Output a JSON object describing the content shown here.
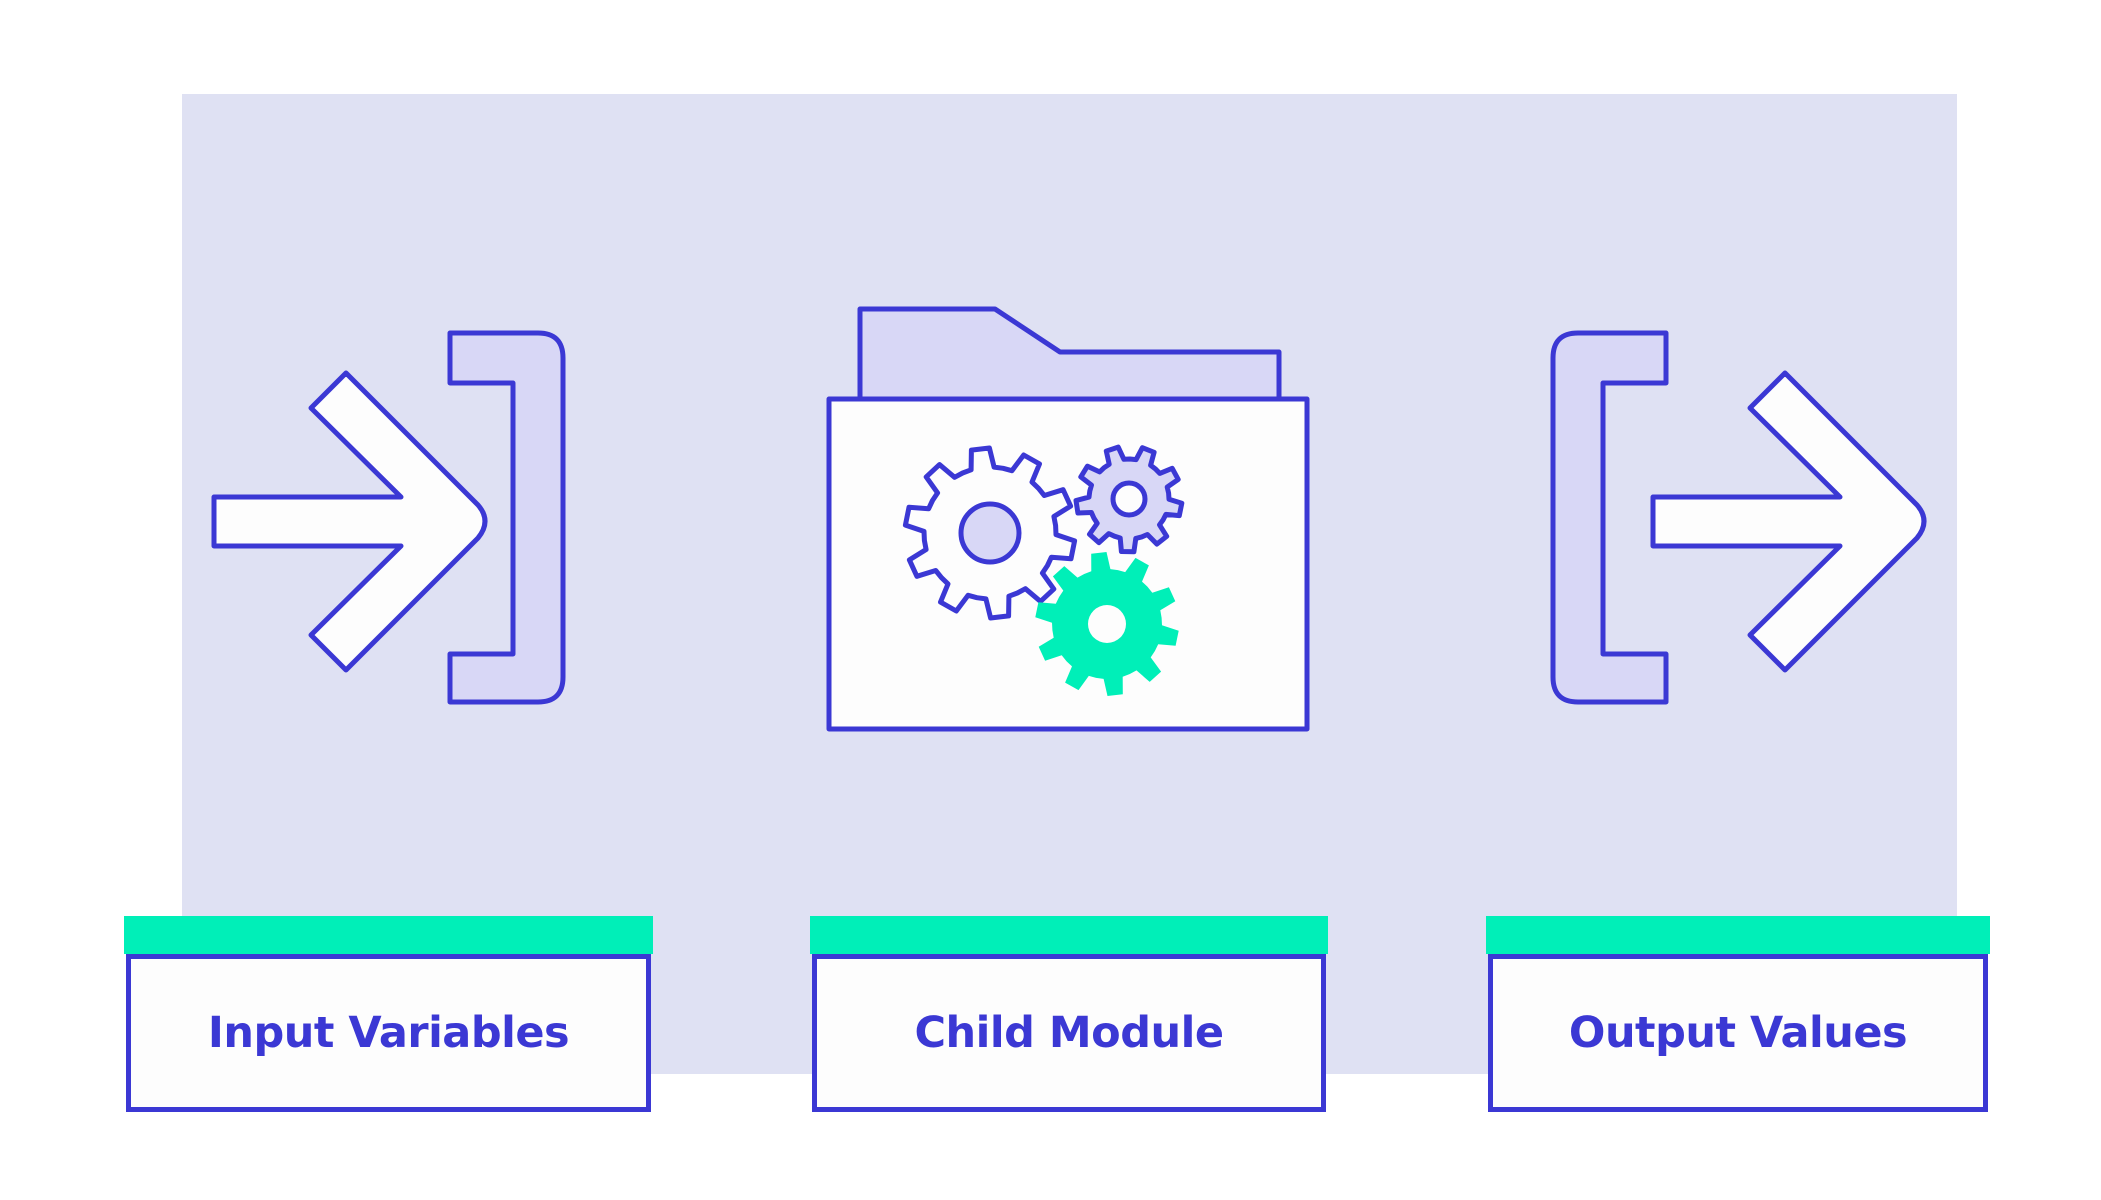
{
  "colors": {
    "panel": "#dfe1f3",
    "stroke": "#3b38d4",
    "icon_fill": "#d8d7f6",
    "accent": "#00efb8",
    "text": "#3b38d4",
    "white": "#fdfdfd"
  },
  "icons": {
    "input": "arrow-into-bracket-icon",
    "module": "folder-with-gears-icon",
    "output": "arrow-out-of-bracket-icon"
  },
  "labels": {
    "input": "Input Variables",
    "module": "Child Module",
    "output": "Output Values"
  }
}
